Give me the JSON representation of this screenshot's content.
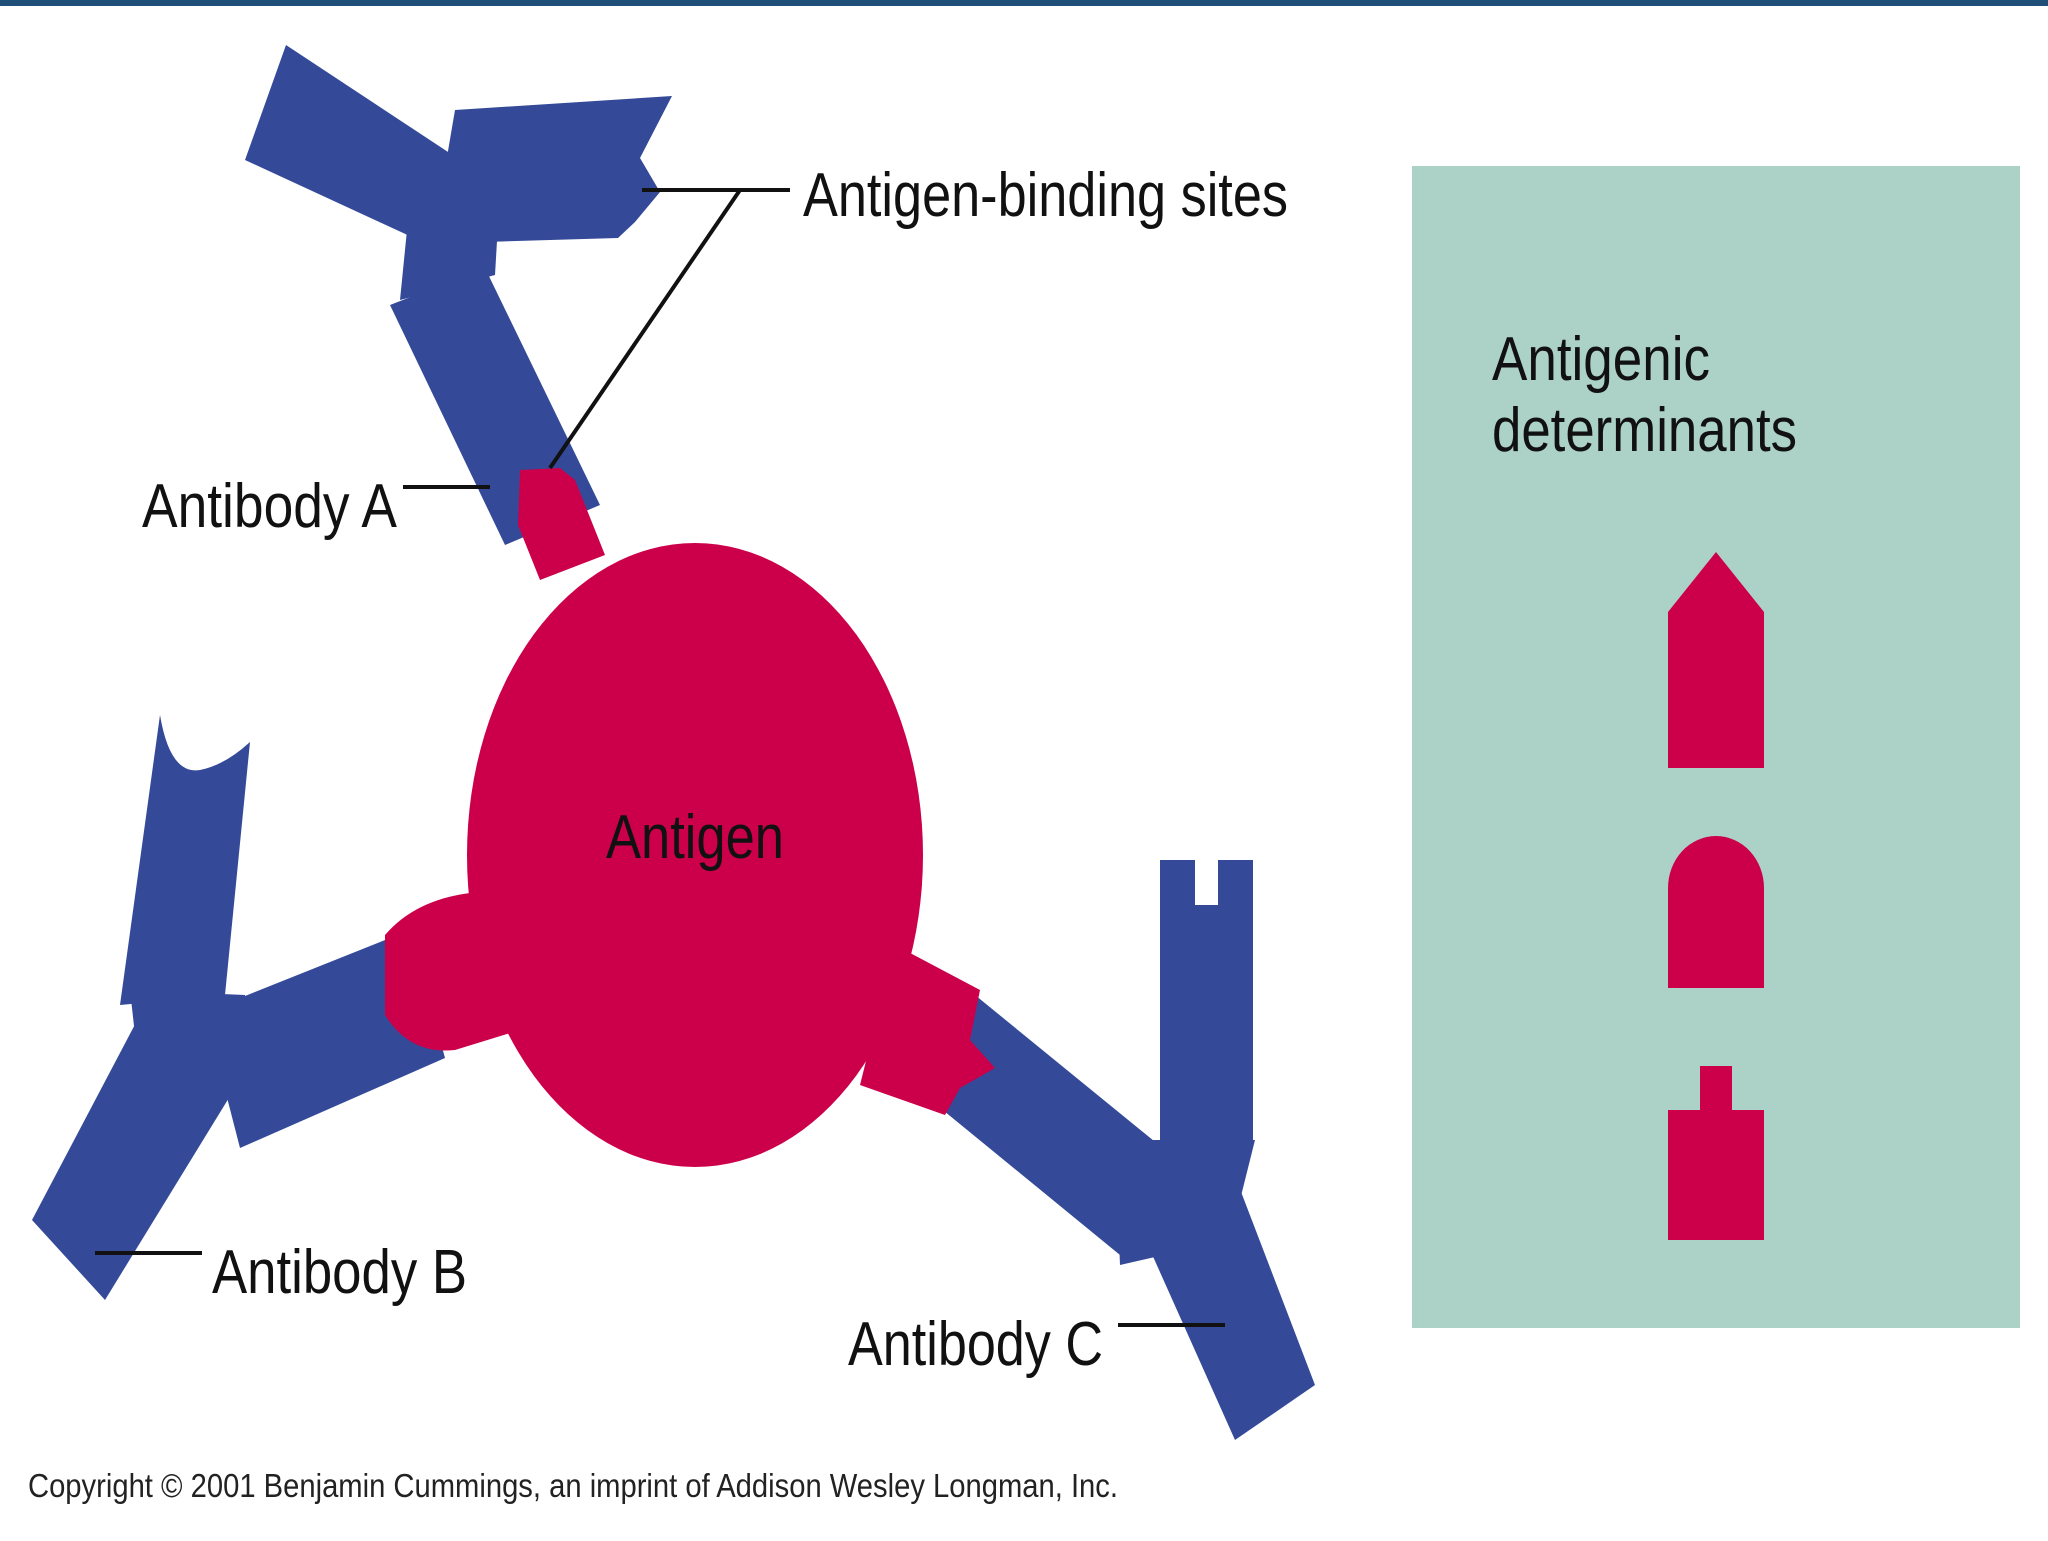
{
  "labels": {
    "antigen_binding_sites": "Antigen-binding sites",
    "antibody_a": "Antibody A",
    "antibody_b": "Antibody B",
    "antibody_c": "Antibody C",
    "antigen": "Antigen",
    "determinants_line1": "Antigenic",
    "determinants_line2": "determinants"
  },
  "copyright": "Copyright © 2001 Benjamin Cummings, an imprint of Addison Wesley Longman, Inc.",
  "colors": {
    "antibody": "#344a99",
    "antigen": "#cc004a",
    "panel": "#acd1c6",
    "top_bar": "#1f4e79",
    "text": "#111111"
  }
}
